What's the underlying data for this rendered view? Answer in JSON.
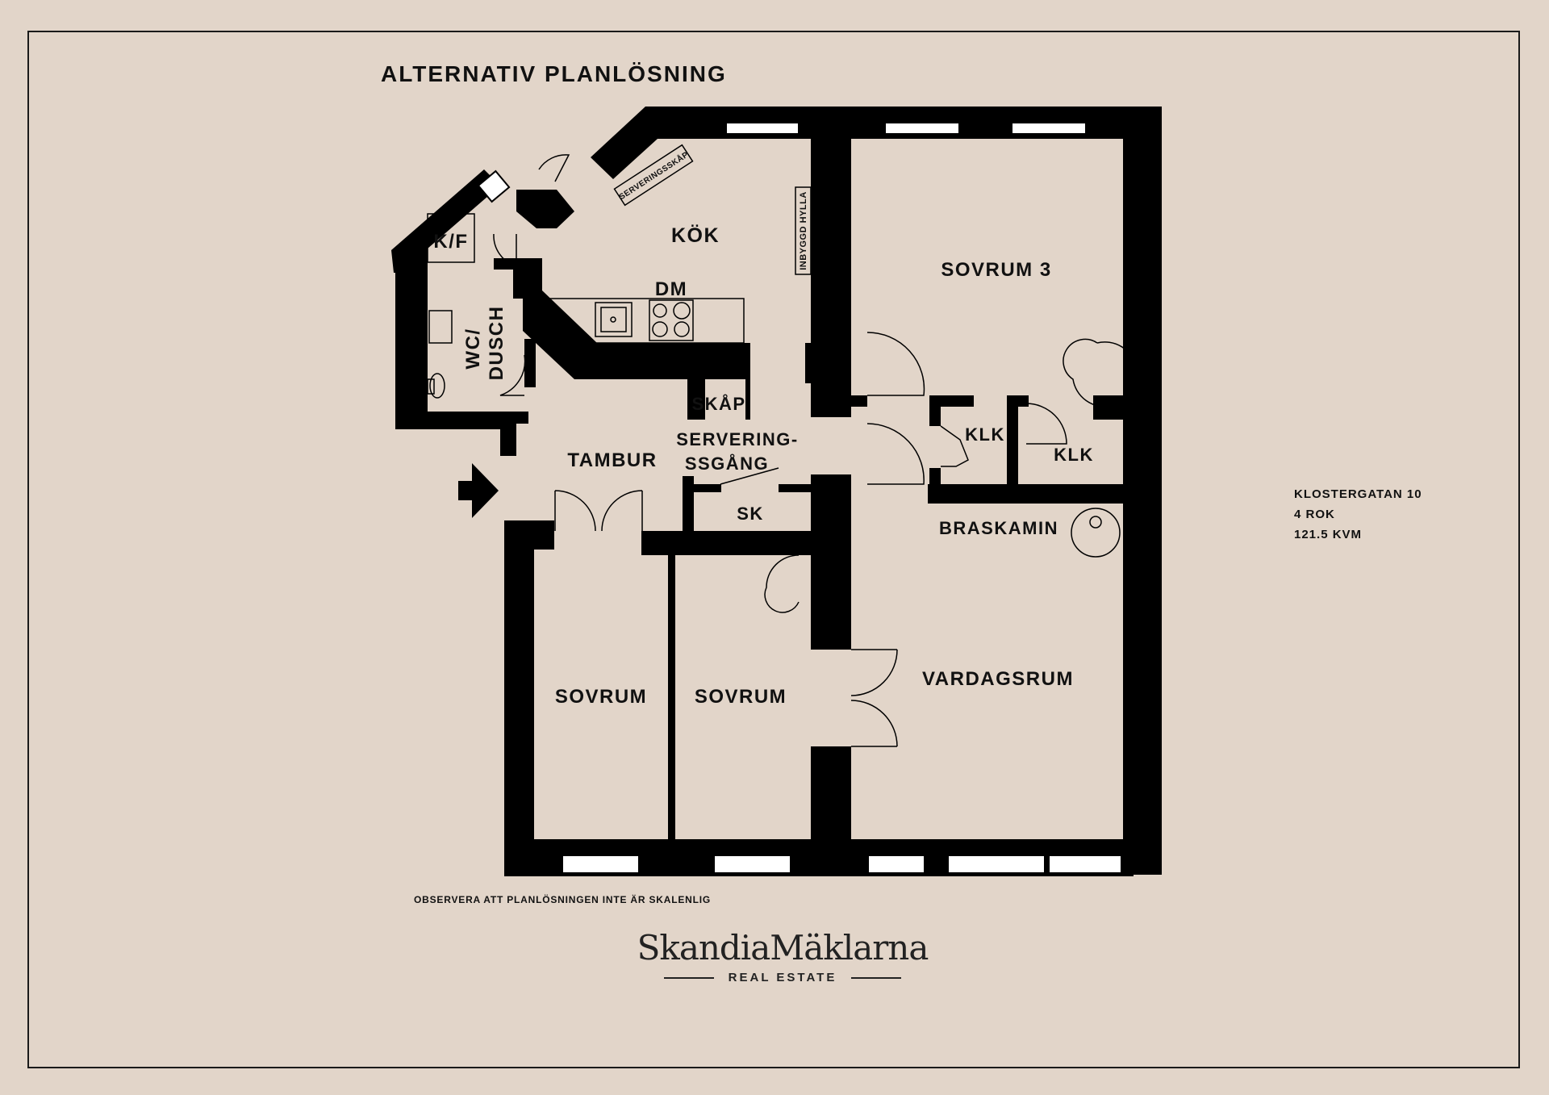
{
  "header": {
    "title": "ALTERNATIV PLANLÖSNING"
  },
  "rooms": {
    "kok": "KÖK",
    "dm": "DM",
    "kf": "K/F",
    "wc_line1": "WC/",
    "wc_line2": "DUSCH",
    "servskap": "SERVERINGSSKÅP",
    "hylla": "INBYGGD HYLLA",
    "skap": "SKÅP",
    "serv_line1": "SERVERING-",
    "serv_line2": "SSGÅNG",
    "tambur": "TAMBUR",
    "sk": "SK",
    "sovrum3": "SOVRUM 3",
    "klk1": "KLK",
    "klk2": "KLK",
    "braskamin": "BRASKAMIN",
    "vardagsrum": "VARDAGSRUM",
    "sovrum_a": "SOVRUM",
    "sovrum_b": "SOVRUM"
  },
  "info": {
    "address": "KLOSTERGATAN 10",
    "rooms": "4 ROK",
    "area": "121.5 KVM"
  },
  "note": "OBSERVERA ATT PLANLÖSNINGEN INTE ÄR SKALENLIG",
  "logo": {
    "name": "SkandiaMäklarna",
    "sub": "REAL ESTATE"
  },
  "colors": {
    "background": "#e2d5c9",
    "wall": "#000000",
    "window": "#ffffff"
  }
}
